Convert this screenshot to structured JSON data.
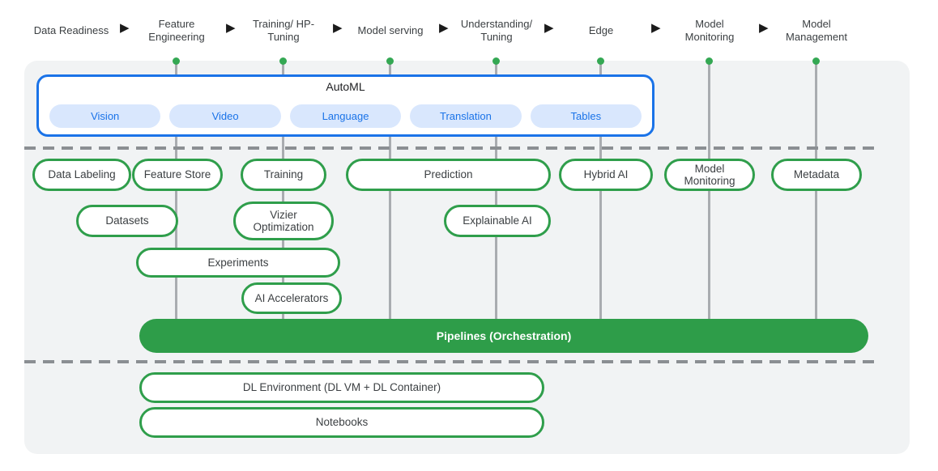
{
  "diagram": {
    "arrow_glyph": "▶",
    "stages": [
      "Data Readiness",
      "Feature Engineering",
      "Training/ HP-Tuning",
      "Model serving",
      "Understanding/ Tuning",
      "Edge",
      "Model Monitoring",
      "Model Management"
    ],
    "automl": {
      "title": "AutoML",
      "options": [
        "Vision",
        "Video",
        "Language",
        "Translation",
        "Tables"
      ]
    },
    "services": {
      "data_labeling": "Data Labeling",
      "feature_store": "Feature Store",
      "training": "Training",
      "prediction": "Prediction",
      "hybrid_ai": "Hybrid AI",
      "model_monitoring": "Model Monitoring",
      "metadata": "Metadata",
      "datasets": "Datasets",
      "vizier_optimization": "Vizier Optimization",
      "explainable_ai": "Explainable AI",
      "experiments": "Experiments",
      "ai_accelerators": "AI Accelerators",
      "pipelines": "Pipelines (Orchestration)",
      "dl_environment": "DL Environment (DL VM + DL Container)",
      "notebooks": "Notebooks"
    },
    "colors": {
      "green": "#2e9d49",
      "green_border": "#2f9e4b",
      "dot_green": "#34a853",
      "blue": "#1a73e8",
      "light_blue": "#d9e7fd",
      "panel_gray": "#f1f3f4",
      "line_gray": "#a9acb0",
      "dash_gray": "#8b8f93",
      "text_gray": "#3c4043"
    }
  }
}
